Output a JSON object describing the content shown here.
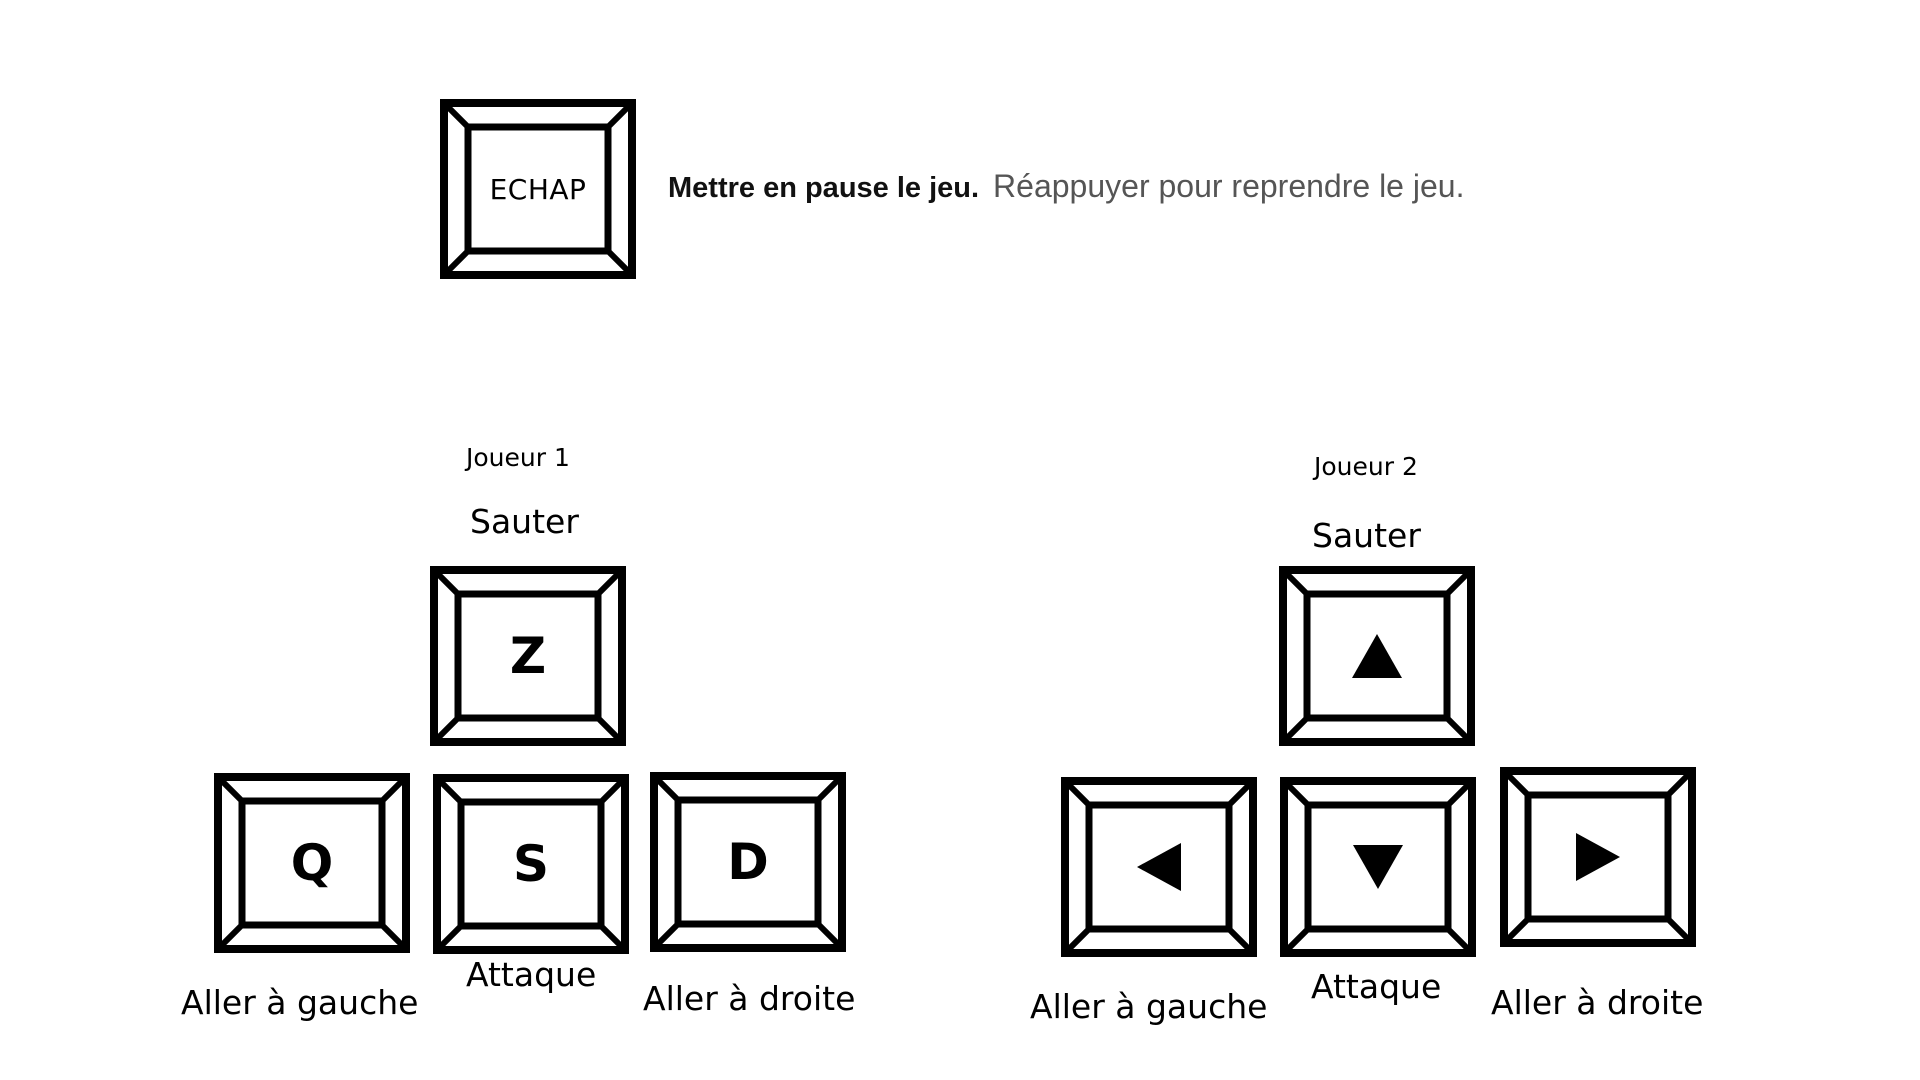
{
  "pause": {
    "key_label": "ECHAP",
    "description_bold": "Mettre en pause le jeu.",
    "description": "Réappuyer pour reprendre le jeu."
  },
  "player1": {
    "title": "Joueur 1",
    "up_label": "Sauter",
    "up_key": "Z",
    "left_key": "Q",
    "down_key": "S",
    "right_key": "D",
    "left_label": "Aller à gauche",
    "down_label": "Attaque",
    "right_label": "Aller à droite"
  },
  "player2": {
    "title": "Joueur 2",
    "up_label": "Sauter",
    "up_icon": "arrow-up-icon",
    "left_icon": "arrow-left-icon",
    "down_icon": "arrow-down-icon",
    "right_icon": "arrow-right-icon",
    "left_label": "Aller à gauche",
    "down_label": "Attaque",
    "right_label": "Aller à droite"
  }
}
